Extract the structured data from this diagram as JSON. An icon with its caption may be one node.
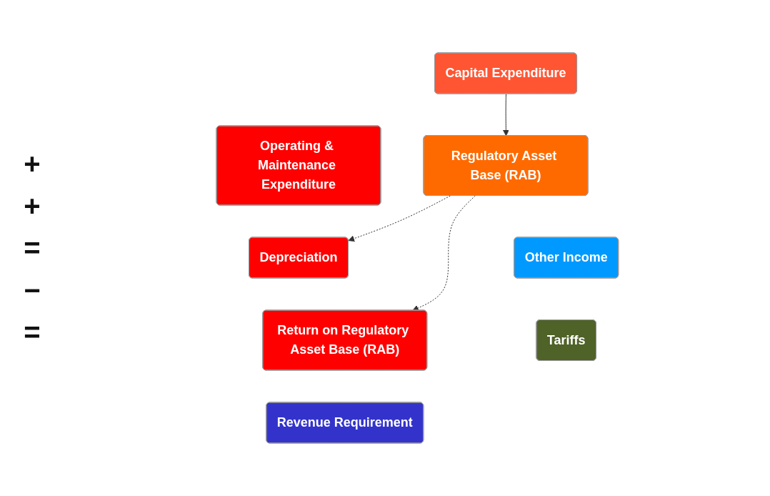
{
  "diagram": {
    "nodes": [
      {
        "text": [
          "Operating & Maintenance Expenditure"
        ]
      },
      {
        "text": [
          "Capital Expenditure"
        ]
      },
      {
        "text": [
          "Depreciation"
        ]
      },
      {
        "text": [
          "Regulatory Asset Base (RAB)"
        ]
      },
      {
        "text": [
          "Return on Regulatory Asset Base (RAB)"
        ]
      },
      {
        "text": [
          "Revenue Requirement"
        ]
      },
      {
        "text": [
          "Other Income"
        ]
      },
      {
        "text": [
          "Tariffs"
        ]
      }
    ],
    "edges": [
      {
        "from": 1,
        "to": 3,
        "arrow": "to"
      },
      {
        "from": 3,
        "to": 2,
        "arrow": "to",
        "style": "dashed"
      },
      {
        "from": 3,
        "to": 4,
        "arrow": "to",
        "style": "dashed"
      }
    ],
    "labels": [
      "+",
      "+",
      "=",
      "−",
      "="
    ]
  }
}
